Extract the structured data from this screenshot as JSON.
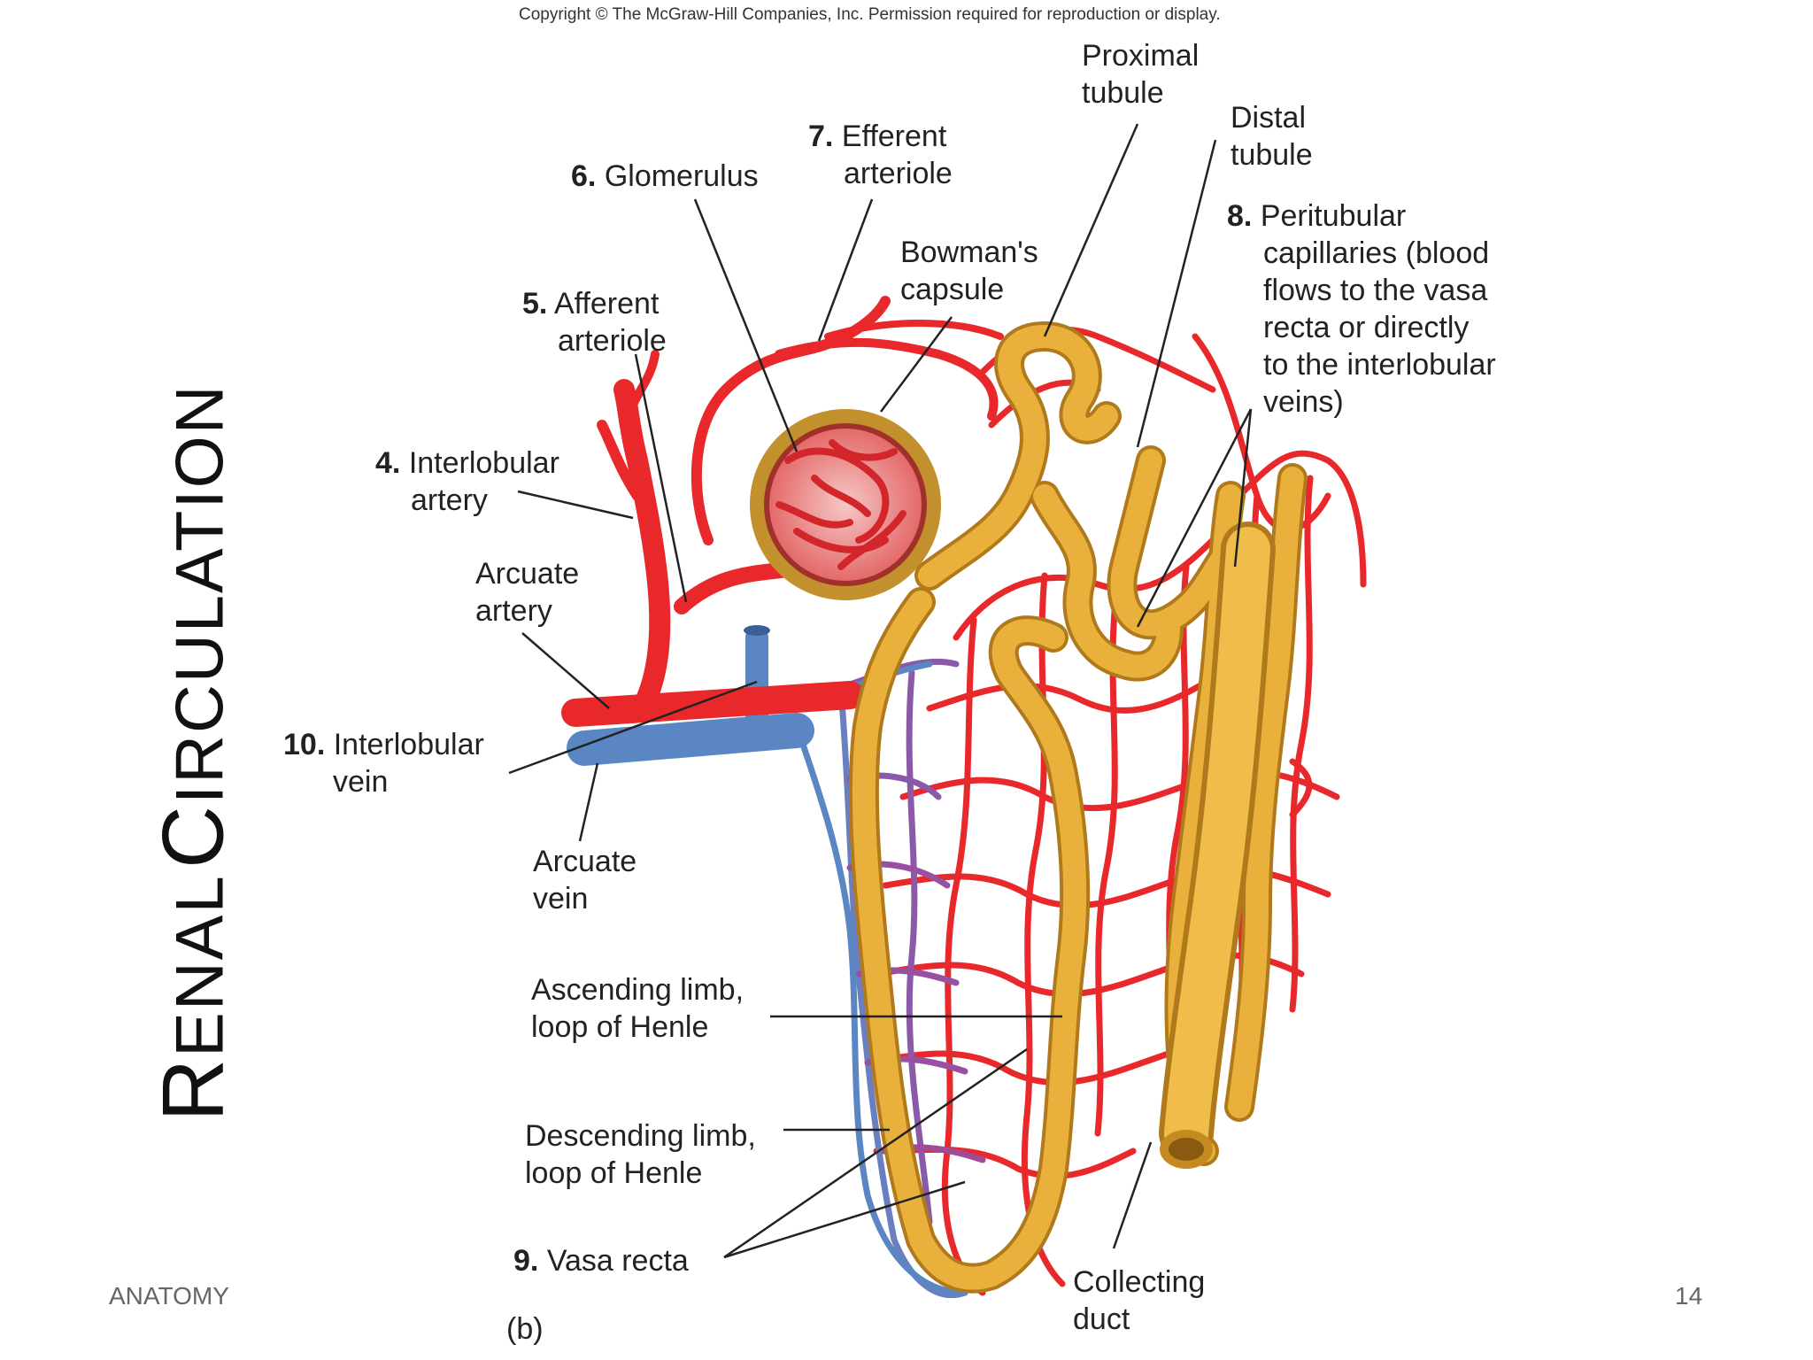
{
  "copyright": "Copyright © The McGraw-Hill Companies, Inc. Permission required for reproduction or display.",
  "title": {
    "first_initial": "R",
    "first_rest": "ENAL",
    "second_initial": "C",
    "second_rest": "IRCULATION"
  },
  "footer": {
    "left": "ANATOMY",
    "right": "14"
  },
  "figure_letter": "(b)",
  "labels": {
    "proximal_tubule": [
      "Proximal",
      "tubule"
    ],
    "distal_tubule": [
      "Distal",
      "tubule"
    ],
    "glomerulus": {
      "num": "6.",
      "text": "Glomerulus"
    },
    "efferent": {
      "num": "7.",
      "line1": "Efferent",
      "line2": "arteriole"
    },
    "bowmans": [
      "Bowman's",
      "capsule"
    ],
    "peritubular": {
      "num": "8.",
      "line1": "Peritubular",
      "rest": [
        "capillaries (blood",
        "flows to the vasa",
        "recta or directly",
        "to the interlobular",
        "veins)"
      ]
    },
    "afferent": {
      "num": "5.",
      "line1": "Afferent",
      "line2": "arteriole"
    },
    "interlobular_artery": {
      "num": "4.",
      "line1": "Interlobular",
      "line2": "artery"
    },
    "arcuate_artery": [
      "Arcuate",
      "artery"
    ],
    "interlobular_vein": {
      "num": "10.",
      "line1": "Interlobular",
      "line2": "vein"
    },
    "arcuate_vein": [
      "Arcuate",
      "vein"
    ],
    "ascending": [
      "Ascending limb,",
      "loop of Henle"
    ],
    "descending": [
      "Descending limb,",
      "loop of Henle"
    ],
    "vasa_recta": {
      "num": "9.",
      "text": "Vasa recta"
    },
    "collecting": [
      "Collecting",
      "duct"
    ]
  },
  "colors": {
    "artery": "#e8282a",
    "vein": "#5b86c4",
    "tubule": "#e9b13c",
    "capsule": "#b8862a",
    "text": "#222222"
  }
}
